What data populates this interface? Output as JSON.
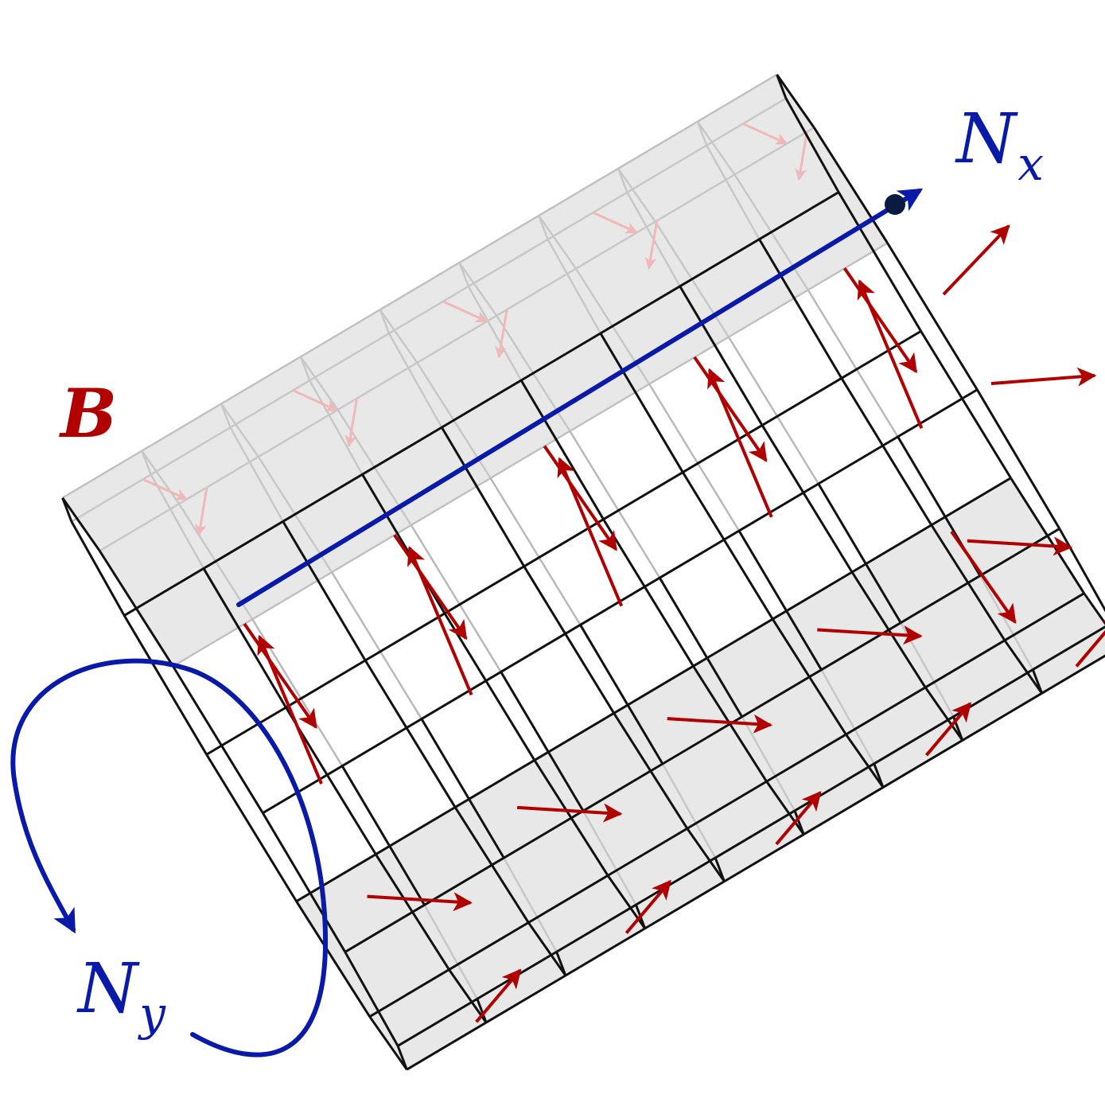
{
  "labels": {
    "field": "B",
    "axis_x_main": "N",
    "axis_x_sub": "x",
    "axis_y_main": "N",
    "axis_y_sub": "y"
  },
  "colors": {
    "field_arrow": "#b00000",
    "field_arrow_faint": "#f0b8b8",
    "axis": "#0a1aa8",
    "mesh_line": "#111111",
    "mesh_hidden_line": "#b9b9b9",
    "mesh_face_shade": "#d6d6d6"
  },
  "mesh": {
    "sides": 12,
    "sections": 9
  }
}
